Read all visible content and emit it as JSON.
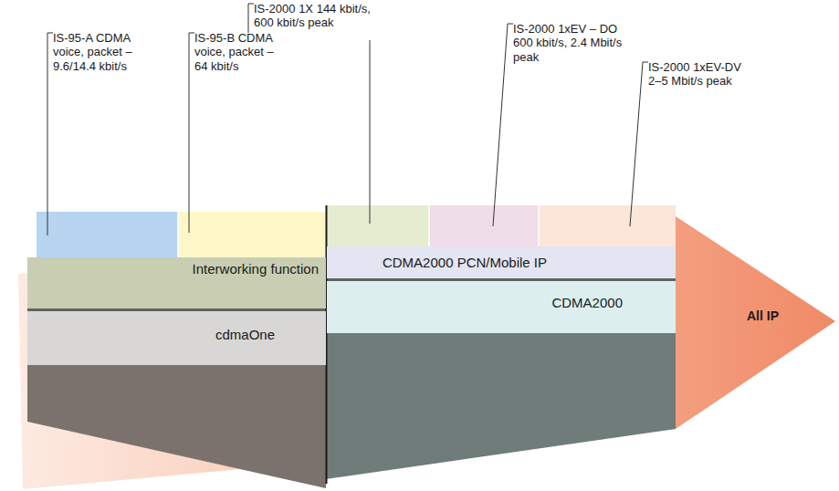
{
  "diagram": {
    "nodes": [
      {
        "text": [
          "Interworking function"
        ]
      },
      {
        "text": [
          "cdmaOne"
        ]
      },
      {
        "text": [
          "CDMA2000 PCN/Mobile IP"
        ]
      },
      {
        "text": [
          "CDMA2000"
        ]
      }
    ],
    "labels": [
      "IS-95-A CDMA voice, packet – 9.6/14.4 kbit/s",
      "IS-95-B CDMA voice, packet – 64 kbit/s",
      "IS-2000 1X 144 kbit/s, 600 kbit/s peak",
      "IS-2000 1xEV – DO 600 kbit/s, 2.4 Mbit/s peak",
      "IS-2000 1xEV-DV 2–5 Mbit/s peak",
      "All IP"
    ]
  }
}
